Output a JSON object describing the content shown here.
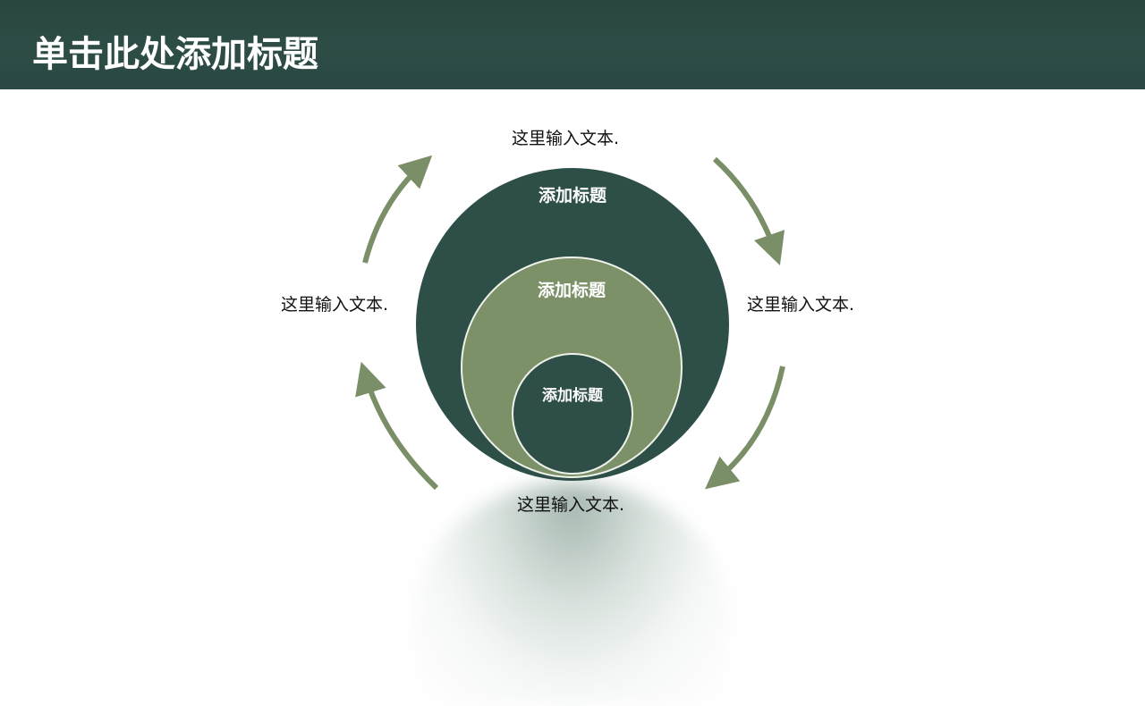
{
  "header": {
    "title": "单击此处添加标题"
  },
  "diagram": {
    "circles": [
      {
        "level": "outer",
        "label": "添加标题",
        "color": "#2d4f48"
      },
      {
        "level": "middle",
        "label": "添加标题",
        "color": "#7d9169"
      },
      {
        "level": "inner",
        "label": "添加标题",
        "color": "#2d4f48"
      }
    ],
    "notes": {
      "top": "这里输入文本.",
      "right": "这里输入文本.",
      "bottom": "这里输入文本.",
      "left": "这里输入文本."
    },
    "arrow_color": "#7a8f67",
    "arrows": [
      "top-right",
      "bottom-right",
      "bottom-left",
      "top-left"
    ]
  }
}
